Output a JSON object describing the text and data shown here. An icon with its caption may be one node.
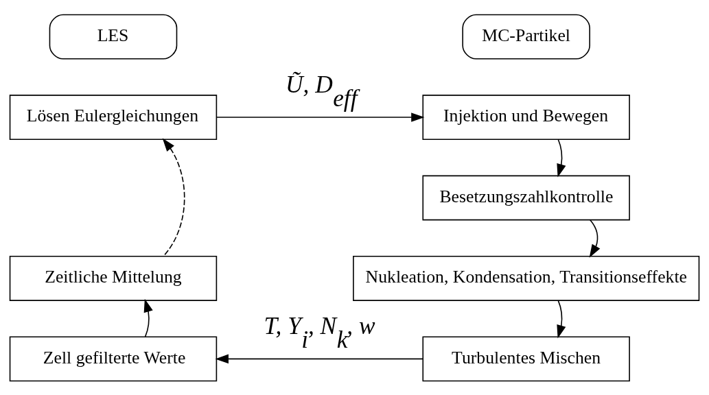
{
  "diagram": {
    "nodes": [
      {
        "text": [
          "LES"
        ]
      },
      {
        "text": [
          "MC-Partikel"
        ]
      },
      {
        "text": [
          "Lösen Eulergleichungen"
        ]
      },
      {
        "text": [
          "Injektion und Bewegen"
        ]
      },
      {
        "text": [
          "Besetzungszahlkontrolle"
        ]
      },
      {
        "text": [
          "Nukleation, Kondensation, Transitionseffekte"
        ]
      },
      {
        "text": [
          "Turbulentes Mischen"
        ]
      },
      {
        "text": [
          "Zell gefilterte Werte"
        ]
      },
      {
        "text": [
          "Zeitliche Mittelung"
        ]
      }
    ],
    "edges": [
      {
        "from": 2,
        "to": 3,
        "arrow": "to",
        "label": "Ũ, D$_{eff}$"
      },
      {
        "from": 3,
        "to": 4,
        "arrow": "to"
      },
      {
        "from": 4,
        "to": 5,
        "arrow": "to"
      },
      {
        "from": 5,
        "to": 6,
        "arrow": "to"
      },
      {
        "from": 6,
        "to": 7,
        "arrow": "to",
        "label": "T, Y$_{i}$, N$_{k}$, w"
      },
      {
        "from": 7,
        "to": 8,
        "arrow": "to"
      },
      {
        "from": 8,
        "to": 2,
        "arrow": "to",
        "style": "dashed"
      }
    ]
  }
}
